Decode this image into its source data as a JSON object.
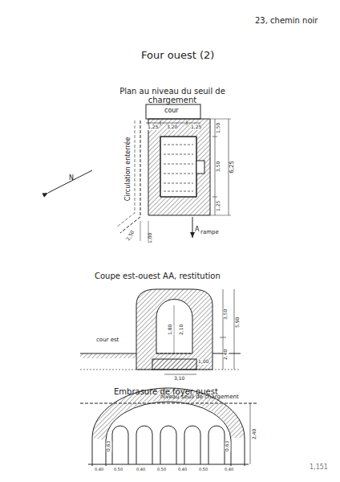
{
  "diagram": {
    "title": "Four ouest (2)",
    "labels": [
      "23, chemin noir",
      "Plan au niveau du seuil de chargement",
      "cour",
      "1,25",
      "3,20",
      "1,25",
      "1,50",
      "3,50",
      "1,25",
      "6,25",
      "Circulation enterrée",
      "N",
      "A",
      "rampe",
      "2,50",
      "1,00",
      "Coupe est-ouest AA, restitution",
      "3,50",
      "5,90",
      "2,40",
      "cour est",
      "2,10",
      "1,80",
      "1,00",
      "3,10",
      "Embrasure de foyer ouest",
      "niveau seuil de chargement",
      "2,40",
      "0,63",
      "0,63",
      "0,40",
      "0,50",
      "0,40",
      "0,50",
      "0,40",
      "0,50",
      "0,40",
      "1,151"
    ]
  }
}
